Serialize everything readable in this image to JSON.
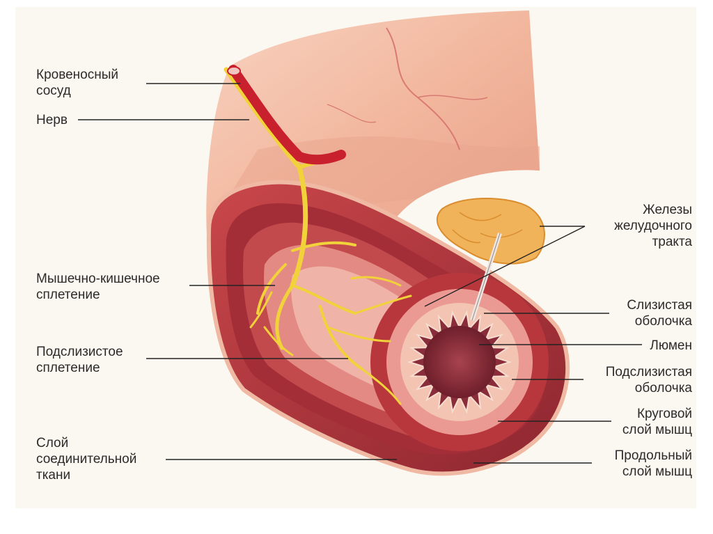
{
  "diagram": {
    "labels": {
      "blood_vessel": "Кровеносный\nсосуд",
      "nerve": "Нерв",
      "myenteric_plexus": "Мышечно-кишечное\nсплетение",
      "submucous_plexus": "Подслизистое\nсплетение",
      "connective_layer": "Слой\nсоединительной\nткани",
      "gi_glands": "Железы\nжелудочного\nтракта",
      "mucosa": "Слизистая\nоболочка",
      "lumen": "Люмен",
      "submucosa": "Подслизистая\nоболочка",
      "circular_muscle": "Круговой\nслой мышц",
      "longitudinal_muscle": "Продольный\nслой мышц"
    },
    "colors": {
      "tube_outer": "#f2b79e",
      "tube_light": "#f7cdb8",
      "muscle": "#b83a3f",
      "muscle_dark": "#8e2630",
      "submucosa": "#e98f88",
      "mucosa": "#f3c4b2",
      "lumen": "#8a2d3a",
      "nerve": "#f1d23a",
      "vessel": "#c8202c",
      "gland": "#f0b35a"
    }
  }
}
